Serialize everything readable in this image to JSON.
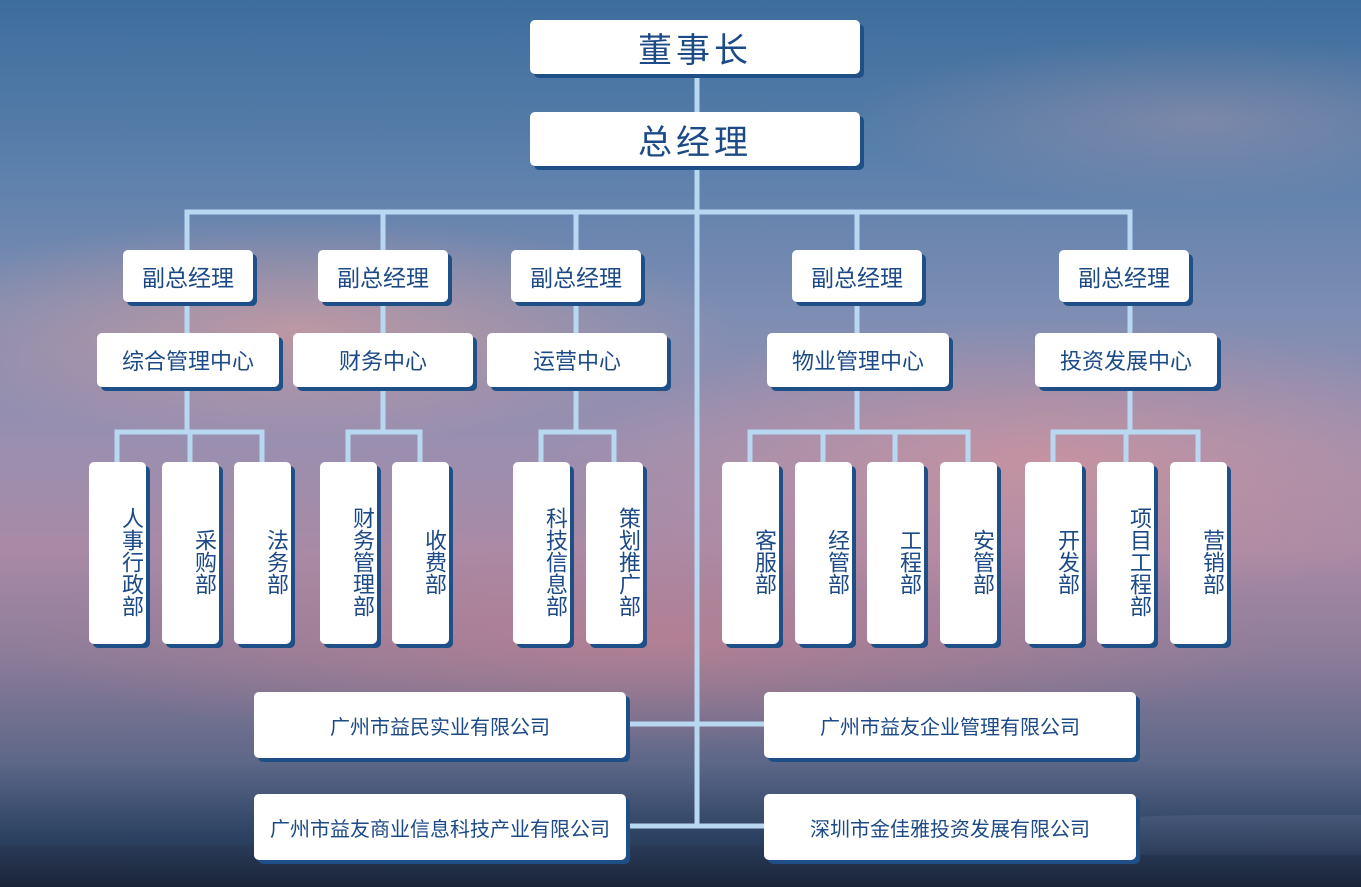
{
  "chairman": "董事长",
  "gm": "总经理",
  "branches": [
    {
      "vp": "副总经理",
      "center": "综合管理中心",
      "depts": [
        "人事行政部",
        "采购部",
        "法务部"
      ]
    },
    {
      "vp": "副总经理",
      "center": "财务中心",
      "depts": [
        "财务管理部",
        "收费部"
      ]
    },
    {
      "vp": "副总经理",
      "center": "运营中心",
      "depts": [
        "科技信息部",
        "策划推广部"
      ]
    },
    {
      "vp": "副总经理",
      "center": "物业管理中心",
      "depts": [
        "客服部",
        "经管部",
        "工程部",
        "安管部"
      ]
    },
    {
      "vp": "副总经理",
      "center": "投资发展中心",
      "depts": [
        "开发部",
        "项目工程部",
        "营销部"
      ]
    }
  ],
  "companies": [
    "广州市益民实业有限公司",
    "广州市益友企业管理有限公司",
    "广州市益友商业信息科技产业有限公司",
    "深圳市金佳雅投资发展有限公司"
  ],
  "colors": {
    "box_text": "#1c4a86",
    "box_shadow": "#1e4f86",
    "connector": "#b8d8f2"
  }
}
